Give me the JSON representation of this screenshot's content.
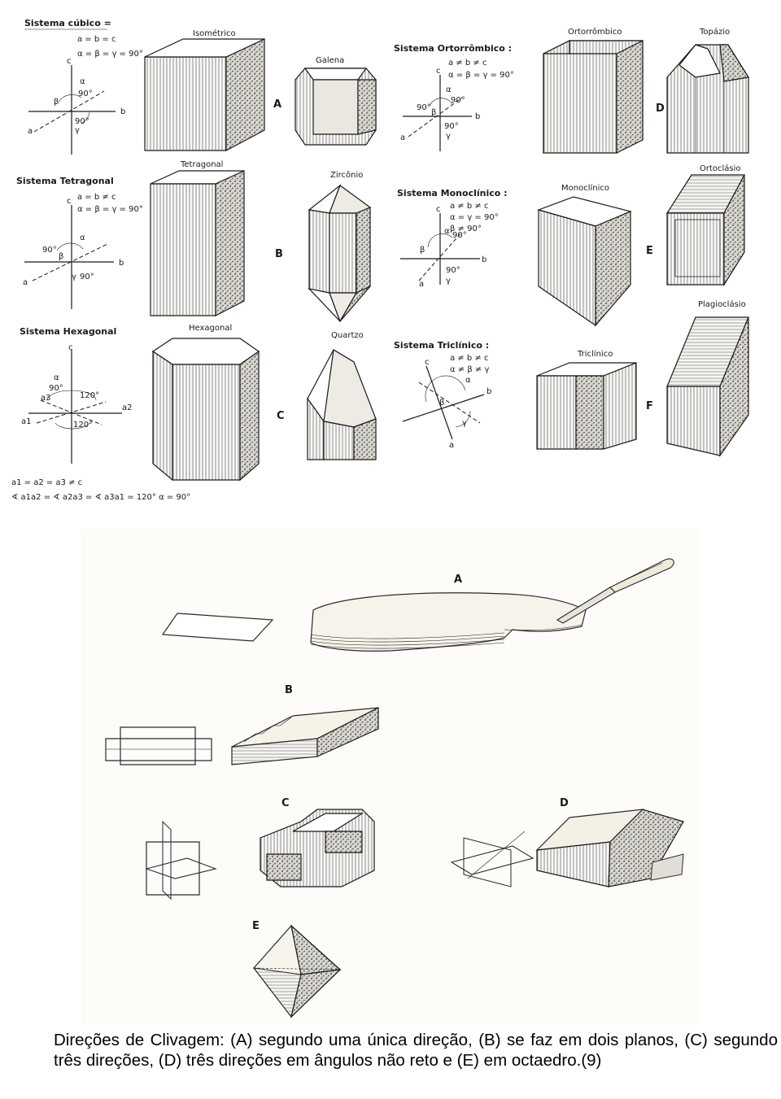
{
  "crystal_systems": {
    "cubic": {
      "heading": "Sistema cúbico =",
      "rule1": "a = b = c",
      "rule2": "α = β = γ = 90°",
      "axis_a": "a",
      "axis_b": "b",
      "axis_c": "c",
      "angle_alpha": "α",
      "angle_beta": "β",
      "angle_gamma": "γ",
      "right_angle1": "90°",
      "right_angle2": "90°",
      "crystal1_label": "Isométrico",
      "crystal2_label": "Galena",
      "letter": "A"
    },
    "orthorhombic": {
      "heading": "Sistema Ortorrômbico :",
      "rule1": "a ≠ b ≠ c",
      "rule2": "α = β = γ = 90°",
      "axis_a": "a",
      "axis_b": "b",
      "axis_c": "c",
      "angle_alpha": "α",
      "angle_beta": "β",
      "angle_gamma": "γ",
      "right_angle1": "90°",
      "right_angle2": "90°",
      "right_angle3": "90°",
      "crystal1_label": "Ortorrômbico",
      "crystal2_label": "Topázio",
      "letter": "D"
    },
    "tetragonal": {
      "heading": "Sistema Tetragonal",
      "rule1": "a = b ≠ c",
      "rule2": "α = β = γ = 90°",
      "axis_a": "a",
      "axis_b": "b",
      "axis_c": "c",
      "angle_alpha": "α",
      "angle_beta": "β",
      "angle_gamma": "γ",
      "right_angle1": "90°",
      "right_angle2": "90°",
      "crystal1_label": "Tetragonal",
      "crystal2_label": "Zircônio",
      "letter": "B"
    },
    "monoclinic": {
      "heading": "Sistema Monoclínico :",
      "rule1": "a ≠ b ≠ c",
      "rule2": "α = γ = 90°",
      "rule3": "β ≠ 90°",
      "axis_a": "a",
      "axis_b": "b",
      "axis_c": "c",
      "angle_alpha": "α",
      "angle_beta": "β",
      "angle_gamma": "γ",
      "right_angle1": "90°",
      "right_angle2": "90°",
      "crystal1_label": "Monoclínico",
      "crystal2_label": "Ortoclásio",
      "letter": "E"
    },
    "hexagonal": {
      "heading": "Sistema Hexagonal",
      "axis_c": "c",
      "axis_a1": "a1",
      "axis_a2": "a2",
      "axis_a3": "a3",
      "angle_alpha": "α",
      "angle_90": "90°",
      "angle_120a": "120°",
      "angle_120b": "120°",
      "rule1": "a1 = a2 = a3 ≠ c",
      "rule2": "∢ a1a2 = ∢ a2a3 = ∢ a3a1 = 120°   α = 90°",
      "crystal1_label": "Hexagonal",
      "crystal2_label": "Quartzo",
      "letter": "C"
    },
    "triclinic": {
      "heading": "Sistema Triclínico :",
      "rule1": "a ≠ b ≠ c",
      "rule2": "α ≠ β ≠ γ",
      "axis_a": "a",
      "axis_b": "b",
      "axis_c": "c",
      "angle_alpha": "α",
      "angle_beta": "β",
      "angle_gamma": "γ",
      "crystal1_label": "Triclínico",
      "crystal2_label": "Plagioclásio",
      "letter": "F"
    }
  },
  "cleavage": {
    "label_a": "A",
    "label_b": "B",
    "label_c": "C",
    "label_d": "D",
    "label_e": "E"
  },
  "caption": "Direções de Clivagem: (A) segundo uma única direção, (B) se faz em dois planos, (C) segundo três direções, (D) três direções em ângulos não reto e (E) em octaedro.(9)"
}
